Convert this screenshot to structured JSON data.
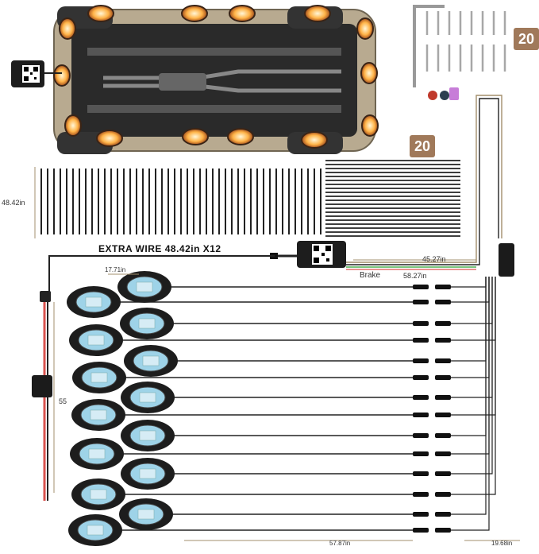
{
  "badges": {
    "screws_count": "20",
    "ties_count": "20"
  },
  "labels": {
    "extra_wire": "EXTRA WIRE 48.42in X12",
    "extra_wire_height": "48.42in",
    "pod_lead": "17.71in",
    "fuse_lead": "55",
    "brake_label": "Brake",
    "power_wire": "45.27in",
    "brake_wire": "58.27in",
    "main_run": "57.87in",
    "branch": "19.68in"
  },
  "colors": {
    "badge": "#a0795a",
    "led_glow": "#9ed3e8",
    "truck_body": "#b8aa90",
    "chassis": "#2a2a2a",
    "wire": "#222222",
    "power_red": "#d9534f",
    "brake_green": "#4caf50",
    "dim_line": "#a38f6c"
  },
  "icons": {
    "app_controller": "qr-code-box",
    "fuse": "inline-fuse-holder",
    "pods": "rock-light-pod",
    "connector": "waterproof-connector"
  }
}
